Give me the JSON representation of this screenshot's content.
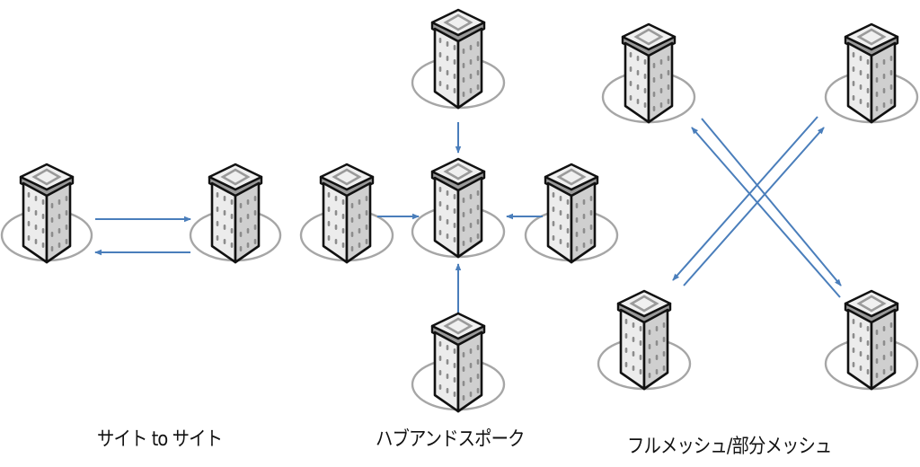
{
  "colors": {
    "arrow": "#4a7ebb",
    "ellipse": "#a6a6a6",
    "outline": "#111111",
    "roof_top": "#f0f0f0",
    "roof_rim": "#9a9a9a",
    "face_left": "#ececec",
    "face_right": "#cfcfcf",
    "window": "#8c8c8c"
  },
  "topologies": [
    {
      "id": "site-to-site",
      "label": "サイト to サイト",
      "sites": [
        "site-a",
        "site-b"
      ],
      "links": [
        {
          "from": "site-a",
          "to": "site-b"
        },
        {
          "from": "site-b",
          "to": "site-a"
        }
      ]
    },
    {
      "id": "hub-and-spoke",
      "label": "ハブアンドスポーク",
      "sites": [
        "hub",
        "spoke-top",
        "spoke-left",
        "spoke-right",
        "spoke-bottom"
      ],
      "links": [
        {
          "from": "spoke-top",
          "to": "hub"
        },
        {
          "from": "spoke-left",
          "to": "hub"
        },
        {
          "from": "spoke-right",
          "to": "hub"
        },
        {
          "from": "spoke-bottom",
          "to": "hub"
        }
      ]
    },
    {
      "id": "full-mesh",
      "label": "フルメッシュ/部分メッシュ",
      "sites": [
        "top-left",
        "top-right",
        "bottom-left",
        "bottom-right"
      ],
      "links": [
        {
          "from": "bottom-right",
          "to": "top-left"
        },
        {
          "from": "top-left",
          "to": "bottom-right"
        },
        {
          "from": "top-right",
          "to": "bottom-left"
        },
        {
          "from": "bottom-left",
          "to": "top-right"
        }
      ]
    }
  ]
}
